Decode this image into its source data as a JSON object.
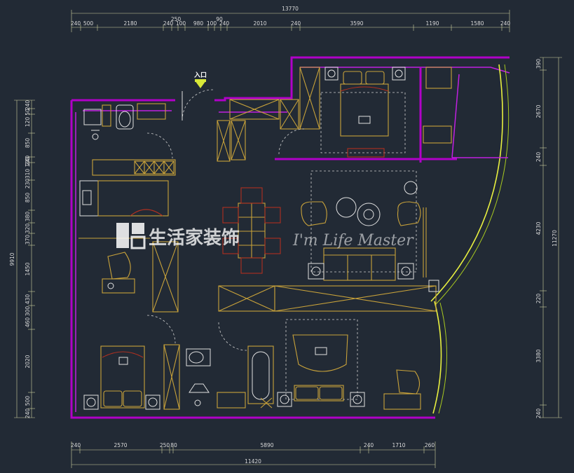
{
  "dimensions": {
    "top_total": "13770",
    "top_row": [
      "240",
      "500",
      "2180",
      "250",
      "240",
      "100",
      "980",
      "90",
      "100",
      "240",
      "2010",
      "240",
      "3590",
      "1190",
      "1580",
      "240"
    ],
    "bottom_total": "11420",
    "bottom_row": [
      "240",
      "2570",
      "250",
      "80",
      "5890",
      "240",
      "1710",
      "260"
    ],
    "left_total": "9910",
    "left_row": [
      "240",
      "50",
      "120",
      "850",
      "240",
      "100",
      "310",
      "230",
      "850",
      "380",
      "320",
      "370",
      "1450",
      "430",
      "300",
      "460",
      "2020",
      "500",
      "240"
    ],
    "right_total": "11270",
    "right_row": [
      "390",
      "2670",
      "240",
      "4230",
      "220",
      "3380",
      "240"
    ]
  },
  "labels": {
    "entrance": "入口"
  },
  "watermark": {
    "brand": "生活家装饰",
    "slogan": "I'm Life Master"
  },
  "colors": {
    "background": "#222a35",
    "walls": "#b000c8",
    "furniture": "#c8a23a",
    "glass": "#e8f040",
    "accent_red": "#b03020"
  }
}
